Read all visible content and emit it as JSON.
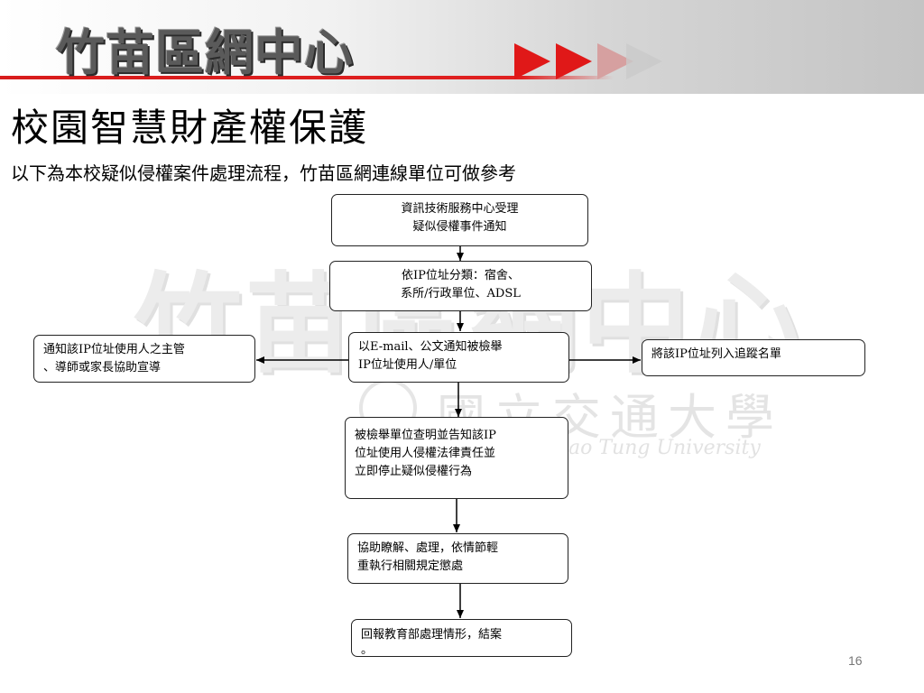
{
  "header": {
    "logo_text": "竹苗區網中心",
    "accent_color": "#e02020",
    "arrow_colors": [
      "#e01818",
      "#e01818",
      "#d6a0a0",
      "#c9c9c9"
    ]
  },
  "slide": {
    "title": "校園智慧財產權保護",
    "subtitle": "以下為本校疑似侵權案件處理流程，竹苗區網連線單位可做參考",
    "page_number": "16"
  },
  "watermark": {
    "logo_text": "竹苗區網中心",
    "university_cn": "國立交通大學",
    "university_en": "ao Tung University"
  },
  "flow": {
    "step1": {
      "lines": [
        "資訊技術服務中心受理",
        "疑似侵權事件通知"
      ]
    },
    "step2": {
      "lines": [
        "依IP位址分類：宿舍、",
        "系所/行政單位、ADSL"
      ]
    },
    "step3": {
      "lines": [
        "以E-mail、公文通知被檢舉",
        "IP位址使用人/單位"
      ]
    },
    "left_note": {
      "lines": [
        "通知該IP位址使用人之主管",
        "、導師或家長協助宣導"
      ]
    },
    "right_note": {
      "lines": [
        "將該IP位址列入追蹤名單"
      ]
    },
    "step4": {
      "lines": [
        "被檢舉單位查明並告知該IP",
        "位址使用人侵權法律責任並",
        "立即停止疑似侵權行為"
      ]
    },
    "step5": {
      "lines": [
        "協助瞭解、處理，依情節輕",
        "重執行相關規定懲處"
      ]
    },
    "step6": {
      "lines": [
        "回報教育部處理情形，結案",
        "。"
      ]
    }
  }
}
